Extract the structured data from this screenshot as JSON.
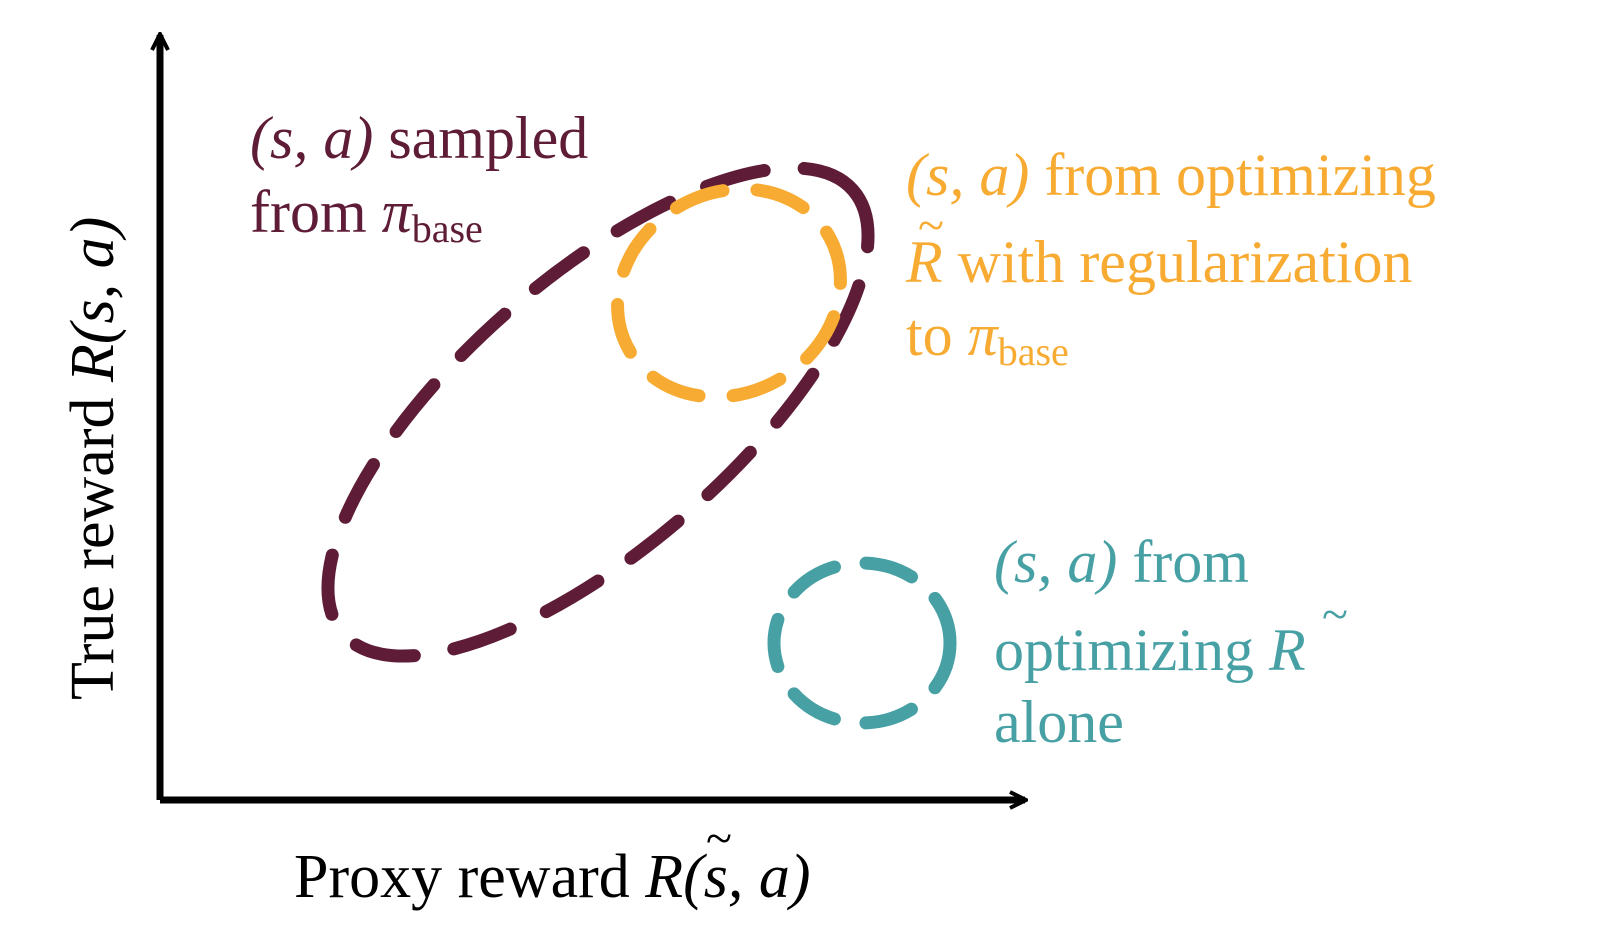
{
  "axes": {
    "x_label": {
      "text": "Proxy reward ",
      "symbol": "R",
      "tilde": "~",
      "args": "(s, a)"
    },
    "y_label": {
      "text": "True reward ",
      "symbol": "R",
      "args": "(s, a)"
    }
  },
  "regions": {
    "base": {
      "color": "#5e1c37",
      "line1": {
        "math": "(s, a)",
        "text": " sampled"
      },
      "line2": {
        "text": "from ",
        "pi": "π",
        "sub": "base"
      }
    },
    "regularized": {
      "color": "#f8ab32",
      "line1": {
        "math": "(s, a)",
        "text": " from optimizing"
      },
      "line2": {
        "symbol": "R",
        "tilde": "~",
        "text": " with regularization"
      },
      "line3": {
        "text": "to ",
        "pi": "π",
        "sub": "base"
      }
    },
    "proxy_only": {
      "color": "#47a0a4",
      "line1": {
        "math": "(s, a)",
        "text": " from"
      },
      "line2": {
        "text": "optimizing ",
        "symbol": "R",
        "tilde": "~"
      },
      "line3": {
        "text": "alone"
      }
    }
  }
}
